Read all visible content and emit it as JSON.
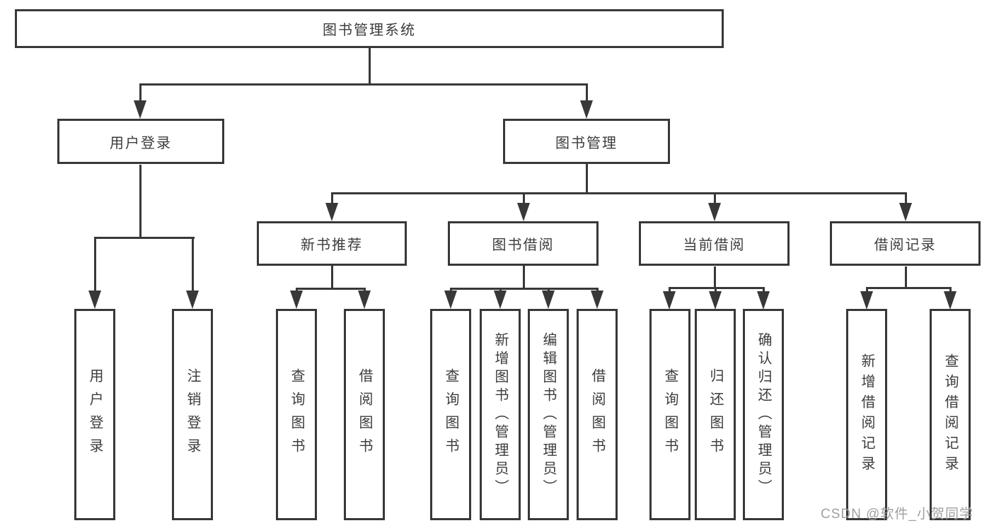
{
  "diagram": {
    "root": {
      "label": "图书管理系统"
    },
    "level1": [
      {
        "label": "用户登录"
      },
      {
        "label": "图书管理"
      }
    ],
    "level2": [
      {
        "label": "新书推荐"
      },
      {
        "label": "图书借阅"
      },
      {
        "label": "当前借阅"
      },
      {
        "label": "借阅记录"
      }
    ],
    "leaves": [
      {
        "label": "用户登录"
      },
      {
        "label": "注销登录"
      },
      {
        "label": "查询图书"
      },
      {
        "label": "借阅图书"
      },
      {
        "label": "查询图书"
      },
      {
        "label": "新增图书（管理员）"
      },
      {
        "label": "编辑图书（管理员）"
      },
      {
        "label": "借阅图书"
      },
      {
        "label": "查询图书"
      },
      {
        "label": "归还图书"
      },
      {
        "label": "确认归还（管理员）"
      },
      {
        "label": "新增借阅记录"
      },
      {
        "label": "查询借阅记录"
      }
    ]
  },
  "watermark": {
    "text": "CSDN @软件_小贺同学"
  },
  "colors": {
    "line": "#383838",
    "text": "#3c3c3c",
    "watermark": "#a0a0a0",
    "background": "#ffffff"
  }
}
